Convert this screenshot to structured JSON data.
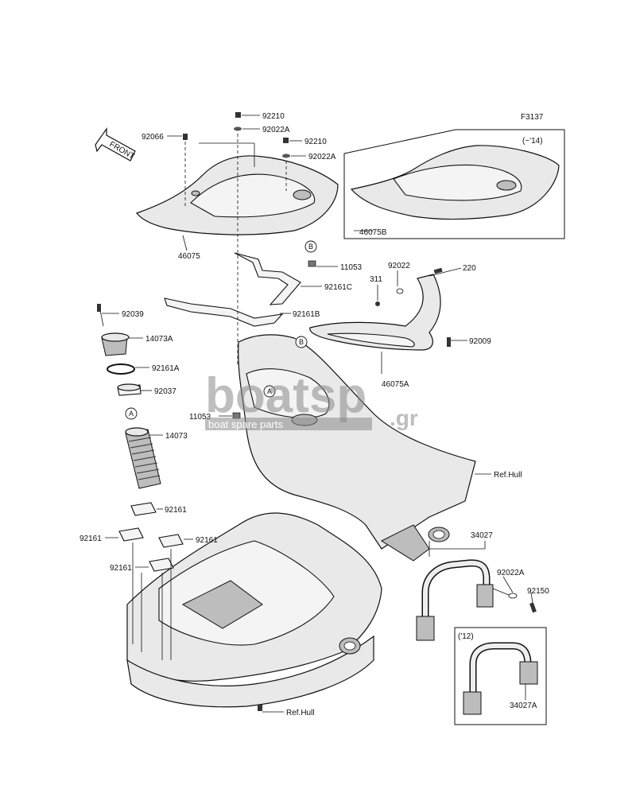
{
  "figure_code": "F3137",
  "front_label": "FRONT",
  "inset_top_year": "(~'14)",
  "inset_bottom_year": "('12)",
  "watermark": {
    "brand": "boatsp",
    "suffix": ".gr",
    "tagline": "boat spare parts"
  },
  "callouts": {
    "a": "A",
    "b": "B"
  },
  "parts": {
    "p92210_top": "92210",
    "p92022A_top": "92022A",
    "p92066": "92066",
    "p92210_b": "92210",
    "p92022A_b": "92022A",
    "p46075": "46075",
    "p46075B": "46075B",
    "p11053_top": "11053",
    "p92161C": "92161C",
    "p92161B": "92161B",
    "p92022": "92022",
    "p311": "311",
    "p220": "220",
    "p92039": "92039",
    "p14073A": "14073A",
    "p92161A": "92161A",
    "p92037": "92037",
    "p92009": "92009",
    "p46075A": "46075A",
    "p11053_mid": "11053",
    "p14073": "14073",
    "ref_hull_top": "Ref.Hull",
    "p92161_1": "92161",
    "p92161_2": "92161",
    "p92161_3": "92161",
    "p92161_4": "92161",
    "p34027": "34027",
    "p92022A_r": "92022A",
    "p92150": "92150",
    "ref_hull_bottom": "Ref.Hull",
    "p34027A": "34027A"
  }
}
